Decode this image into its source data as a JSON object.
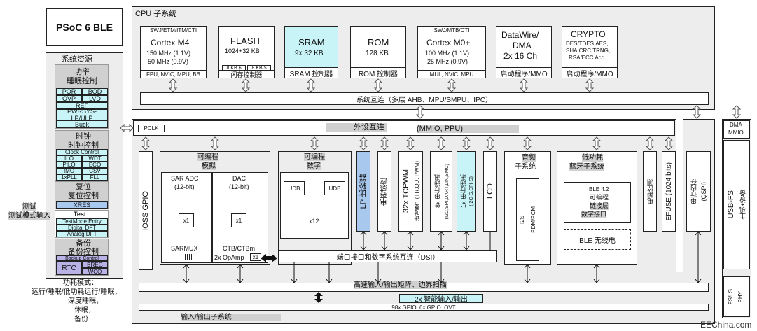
{
  "title": "PSoC 6 BLE",
  "watermark": "EEChina.com",
  "cpu": {
    "title": "CPU 子系统",
    "m4": {
      "top": "SWJ/ETM/ITM/CTI",
      "name": "Cortex M4",
      "f1": "150 MHz (1.1V)",
      "f2": "50 MHz (0.9V)",
      "bottom": "FPU, NVIC, MPU, BB"
    },
    "flash": {
      "name": "FLASH",
      "size": "1024+32 KB",
      "s1": "8 KB $",
      "s2": "8 KB $",
      "ctrl": "闪存控制器"
    },
    "sram": {
      "name": "SRAM",
      "size": "9x 32 KB",
      "ctrl": "SRAM 控制器"
    },
    "rom": {
      "name": "ROM",
      "size": "128 KB",
      "ctrl": "ROM 控制器"
    },
    "m0": {
      "top": "SWJ/MTB/CTI",
      "name": "Cortex M0+",
      "f1": "100 MHz (1.1V)",
      "f2": "25 MHz (0.9V)",
      "bottom": "MUL, NVIC, MPU"
    },
    "dw": {
      "n1": "DataWire/",
      "n2": "DMA",
      "n3": "2x 16 Ch",
      "ctrl": "启动程序/MMO"
    },
    "crypto": {
      "name": "CRYPTO",
      "l1": "DES/TDES,AES,",
      "l2": "SHA,CRC,TRNG,",
      "l3": "RSA/ECC Acc.",
      "ctrl": "启动程序/MMO"
    },
    "bus": "系统互连（多层 AHB、MPU/SMPU、IPC）"
  },
  "sys": {
    "title": "系统资源",
    "power": "功率",
    "sleep": "睡眠控制",
    "por": "POR",
    "bod": "BOD",
    "ovp": "OVP",
    "lvd": "LVD",
    "ref": "REF",
    "pwrsys": "PWRSYS-LP/ULP",
    "buck": "Buck",
    "clock": "时钟",
    "clockctl": "时钟控制",
    "clockctl_en": "Clock Control",
    "ilo": "ILO",
    "wdt": "WDT",
    "pilo": "PILO",
    "eco": "ECO",
    "imo": "IMO",
    "csv": "CSV",
    "pll": "1xPLL",
    "fll": "FLL",
    "reset": "复位",
    "resetctl": "复位控制",
    "xres": "XRES",
    "test_en": "Test",
    "testmode": "TestMode Entry",
    "digdft": "Digital DFT",
    "anadft": "Analog DFT",
    "backup": "备份",
    "backupctl": "备份控制",
    "backupctl_en": "Backup Control",
    "rtc": "RTC",
    "breg": "BREG",
    "wco": "WCO"
  },
  "test_label": {
    "l1": "测试",
    "l2": "测试模式输入"
  },
  "power_modes": {
    "l1": "功耗模式：",
    "l2": "运行/睡眠/低功耗运行/睡眠，",
    "l3": "深度睡眠，",
    "l4": "休眠，",
    "l5": "备份"
  },
  "peri": {
    "pclk": "PCLK",
    "bus_cn": "外设互连",
    "bus_en": "(MMIO, PPU)",
    "ioss": "IOSS GPIO",
    "prog_analog": {
      "l1": "可编程",
      "l2": "模拟"
    },
    "sar": {
      "l1": "SAR ADC",
      "l2": "(12-bit)",
      "x1": "x1",
      "mux": "SARMUX"
    },
    "dac": {
      "l1": "DAC",
      "l2": "(12-bit)",
      "x1": "x1",
      "ctb": "CTB/CTBm",
      "opamp": "2x OpAmp",
      "x1b": "x1"
    },
    "prog_digital": {
      "l1": "可编程",
      "l2": "数字"
    },
    "udb": "UDB",
    "dots": "...",
    "x12": "x12",
    "lp": "LP 比较器",
    "cap": "电容感应",
    "tcpwm": "32x TCPWM",
    "tcpwm_sub": "计时器，(TR,QD, PWM)",
    "serial8": "8x 串行通讯",
    "serial8_sub": "(I2C,SPI,UART,LIN,SMC)",
    "serial1": "1x 串行通讯",
    "serial1_sub": "(I2C-S,SPI-S)",
    "lcd": "LCD",
    "audio": {
      "l1": "音频",
      "l2": "子系统",
      "i2s": "I2S",
      "pdm": "PDM/PCM"
    },
    "ble": {
      "l1": "低功耗",
      "l2": "蓝牙子系统",
      "v": "BLE 4.2",
      "prog": "可编程",
      "ll": "链接层",
      "dig": "数字接口",
      "radio": "BLE 无线电"
    },
    "efuse_ctl": "电熔监测",
    "efuse": "EFUSE (1024 bits)",
    "qspi_cn": "串行内存",
    "qspi_en": "(QSPI)",
    "dma": "DMA",
    "mmio": "MMIO",
    "usb": "USB-FS",
    "usb_sub": "主机+设备",
    "fsls": "FS/LS",
    "phy": "PHY",
    "dsi": "端口接口和数字系统互连（DSI）"
  },
  "io": {
    "hs": "高速输入/输出矩阵、边界扫描",
    "smart": "2x 智能输入/输出",
    "gpio": "98x GPIO, 6x GPIO_OVT",
    "sub": "输入/输出子系统"
  }
}
